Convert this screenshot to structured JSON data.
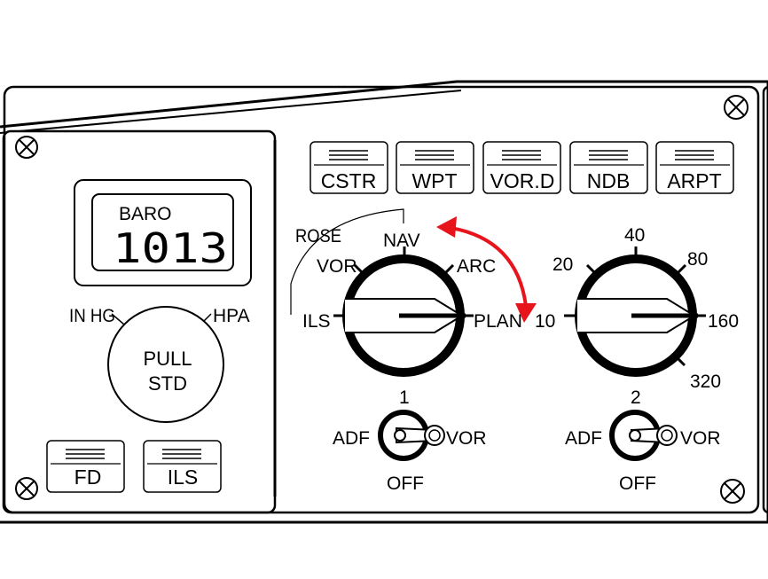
{
  "efis_panel": {
    "baro": {
      "title": "BARO",
      "value": "1013",
      "unit_left": "IN HG",
      "unit_right": "HPA",
      "knob_line1": "PULL",
      "knob_line2": "STD"
    },
    "left_buttons": [
      "FD",
      "ILS"
    ],
    "option_buttons": [
      "CSTR",
      "WPT",
      "VOR.D",
      "NDB",
      "ARPT"
    ],
    "mode_selector": {
      "positions": [
        "ILS",
        "VOR",
        "NAV",
        "ARC",
        "PLAN"
      ],
      "rose_label": "ROSE",
      "selected": "PLAN"
    },
    "range_selector": {
      "positions": [
        "10",
        "20",
        "40",
        "80",
        "160",
        "320"
      ],
      "selected": "160"
    },
    "nav_switch_1": {
      "number": "1",
      "left": "ADF",
      "right": "VOR",
      "bottom": "OFF"
    },
    "nav_switch_2": {
      "number": "2",
      "left": "ADF",
      "right": "VOR",
      "bottom": "OFF"
    },
    "colors": {
      "indicator_arrow": "#e8141c"
    },
    "icons": [
      "screw-icon",
      "curved-double-arrow-icon",
      "toggle-switch-icon"
    ]
  }
}
